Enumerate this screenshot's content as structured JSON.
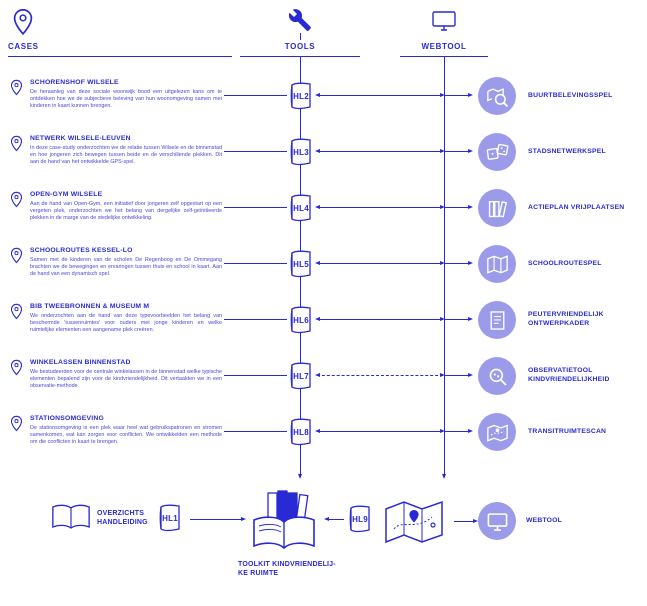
{
  "palette": {
    "primary": "#2a2ad4",
    "bubble_fill": "#9b9bea"
  },
  "header": {
    "cases_label": "CASES",
    "tools_label": "TOOLS",
    "webtool_label": "WEBTOOL"
  },
  "cases": [
    {
      "title": "SCHORENSHOF WILSELE",
      "description": "De heraanleg van deze sociale woonwijk bood een uitgelezen kans om te ontdekken hoe we de subjectieve beleving van hun woonomgeving samen met kinderen in kaart kunnen brengen.",
      "hl": "HL2",
      "tool": "BUURTBELEVINGSSPEL",
      "icon": "magnifier-map-icon"
    },
    {
      "title": "NETWERK WILSELE-LEUVEN",
      "description": "In deze case-study onderzochten we de relatie tussen Wilsele en de binnenstad en hoe jongeren zich bewegen tussen beide en de verschillende plekken. Dit aan de hand van het ontwikkelde GPS-spel.",
      "hl": "HL3",
      "tool": "STADSNETWERKSPEL",
      "icon": "dice-icon"
    },
    {
      "title": "OPEN-GYM WILSELE",
      "description": "Aan de hand van Open-Gym, een initiatief door jongeren zelf opgestart op een vergeten plek, onderzochten we het belang van dergelijke zelf-geïnitieerde plekken in de marge van de stedelijke ontwikkeling.",
      "hl": "HL4",
      "tool": "ACTIEPLAN VRIJPLAATSEN",
      "icon": "books-icon"
    },
    {
      "title": "SCHOOLROUTES KESSEL-LO",
      "description": "Samen met de kinderen van de scholen De Regenboog en De Ommegang brachten we de bewegingen en ervaringen tussen thuis en school in kaart. Aan de hand van een dynamisch spel.",
      "hl": "HL5",
      "tool": "SCHOOLROUTESPEL",
      "icon": "folded-map-icon"
    },
    {
      "title": "BIB TWEEBRONNEN & MUSEUM M",
      "description": "We onderzochten aan de hand van deze typevoorbeelden het belang van beschermde 'tussenruimtes' voor ouders met jonge kinderen en welke ruimtelijke elementen een aangename plek creëren.",
      "hl": "HL6",
      "tool": "PEUTERVRIENDELIJK ONTWERPKADER",
      "icon": "document-icon"
    },
    {
      "title": "WINKELASSEN BINNENSTAD",
      "description": "We bestudeerden voor de centrale winkelassen in de binnenstad welke typische elementen bepalend zijn voor de kindvriendelijkheid. Dit vertaalden we in een observatie-methode.",
      "hl": "HL7",
      "tool": "OBSERVATIETOOL KINDVRIENDELIJKHEID",
      "icon": "observation-magnifier-icon"
    },
    {
      "title": "STATIONSOMGEVING",
      "description": "De stationsomgeving is een plek waar heel wat gebruikspatronen en stromen samenkomen, wat kan zorgen voor conflicten. We ontwikkelden een methode om die conflicten in kaart te brengen.",
      "hl": "HL8",
      "tool": "TRANSITRUIMTESCAN",
      "icon": "transit-map-icon"
    }
  ],
  "bottom": {
    "manual_label": "OVERZICHTS HANDLEIDING",
    "manual_hl": "HL1",
    "toolkit_label": "TOOLKIT KINDVRIENDELIJ-KE RUIMTE",
    "toolkit_hl": "HL9",
    "webtool_label": "WEBTOOL"
  }
}
